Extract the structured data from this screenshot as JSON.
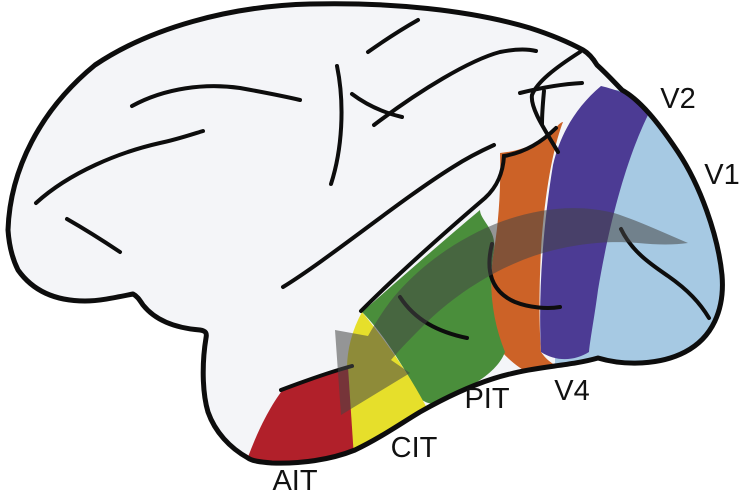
{
  "diagram": {
    "kind": "macaque-brain-ventral-stream",
    "regions": [
      {
        "id": "v1",
        "label": "V1",
        "color": "#a6c9e3"
      },
      {
        "id": "v2",
        "label": "V2",
        "color": "#4c3b94"
      },
      {
        "id": "v4",
        "label": "V4",
        "color": "#cc6227"
      },
      {
        "id": "pit",
        "label": "PIT",
        "color": "#4a8e3b"
      },
      {
        "id": "cit",
        "label": "CIT",
        "color": "#e6df2b"
      },
      {
        "id": "ait",
        "label": "AIT",
        "color": "#b1202a"
      }
    ],
    "colors": {
      "brain_fill": "#f4f5f8",
      "outline": "#0d0d0d",
      "arrow": "rgba(70,70,70,0.55)",
      "background": "#ffffff"
    }
  }
}
